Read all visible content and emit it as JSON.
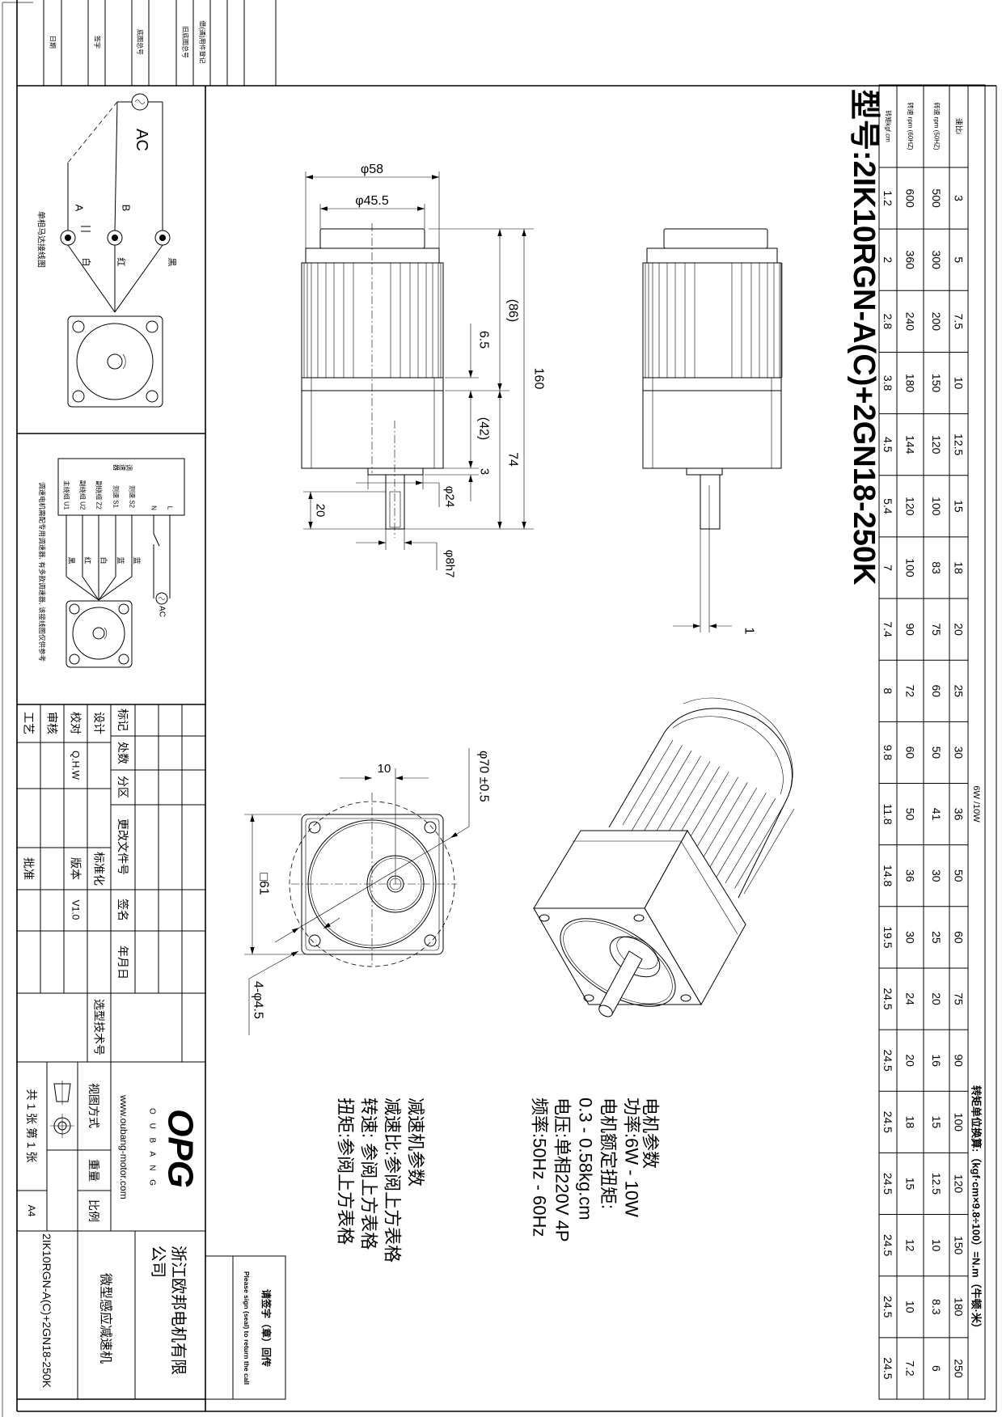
{
  "header": {
    "title": "型号:2IK10RGN-A(C)+2GN18-250K"
  },
  "left_strip": [
    "日期",
    "签字",
    "底图总号",
    "旧底图总号",
    "借(通)用件登记"
  ],
  "spec_table": {
    "power_label": "6W /10W",
    "conversion_note": "转矩单位换算:（kgf·cm×9.8÷100）=N.m（牛顿·米）",
    "row_labels": {
      "ratio": "速比i",
      "rpm_50hz": "转速 rpm (50HZ)",
      "rpm_60hz": "转速 rpm (60HZ)",
      "torque": "转矩kgf.cm"
    },
    "ratio": [
      "3",
      "5",
      "7.5",
      "10",
      "12.5",
      "15",
      "18",
      "20",
      "25",
      "30",
      "36",
      "50",
      "60",
      "75",
      "90",
      "100",
      "120",
      "150",
      "180",
      "250"
    ],
    "rpm_50hz": [
      "500",
      "300",
      "200",
      "150",
      "120",
      "100",
      "83",
      "75",
      "60",
      "50",
      "41",
      "30",
      "25",
      "20",
      "16",
      "15",
      "12.5",
      "10",
      "8.3",
      "6"
    ],
    "rpm_60hz": [
      "600",
      "360",
      "240",
      "180",
      "144",
      "120",
      "100",
      "90",
      "72",
      "60",
      "50",
      "36",
      "30",
      "24",
      "20",
      "18",
      "15",
      "12",
      "10",
      "7.2"
    ],
    "torque": [
      "1.2",
      "2",
      "2.8",
      "3.8",
      "4.5",
      "5.4",
      "7",
      "7.4",
      "8",
      "9.8",
      "11.8",
      "14.8",
      "19.5",
      "24.5",
      "24.5",
      "24.5",
      "24.5",
      "24.5",
      "24.5",
      "24.5"
    ]
  },
  "dimensions": {
    "d58": "φ58",
    "d45_5": "φ45.5",
    "len160": "160",
    "len86": "(86)",
    "len74": "74",
    "len6_5": "6.5",
    "len42": "(42)",
    "len3": "3",
    "len20": "20",
    "d24": "φ24",
    "d8h7": "φ8h7",
    "len1": "1",
    "len10": "10",
    "d70": "φ70 ±0.5",
    "sq61": "□61",
    "holes": "4-φ4.5"
  },
  "motor_params": {
    "heading": "电机参数",
    "lines": [
      "功率:6W - 10W",
      "电机额定扭矩:",
      "0.3 - 0.58kg.cm",
      "电压:单相220V 4P",
      "频率:50Hz - 60Hz"
    ]
  },
  "reducer_params": {
    "heading": "减速机参数",
    "lines": [
      "减速比:参阅上方表格",
      "转速: 参阅上方表格",
      "扭矩:参阅上方表格"
    ]
  },
  "wiring_single": {
    "ac": "AC",
    "terminal_a": "A",
    "terminal_b": "B",
    "wire_black": "黑",
    "wire_red": "红",
    "wire_white": "白",
    "caption": "单相马达接线图"
  },
  "wiring_speed": {
    "controller": "调速器",
    "L": "L",
    "N": "N",
    "ac": "AC",
    "terminals": [
      "测速 S2",
      "测速 S1",
      "副绕组 Z2",
      "副绕组 U2",
      "主绕组 U1"
    ],
    "colors": [
      "蓝",
      "蓝",
      "白",
      "红",
      "黑"
    ],
    "caption": "调速电机需配专用调速器, 有多款调速器, 该接线图仅供参考"
  },
  "title_block": {
    "revision_headers": [
      "标记",
      "处数",
      "分区",
      "更改文件号",
      "签名",
      "年月日"
    ],
    "roles": {
      "design": "设计",
      "check": "校对",
      "review": "审核",
      "process": "工艺",
      "standardize": "标准化",
      "version_label": "版本",
      "approve": "批准"
    },
    "checker": "Q.H.W",
    "version": "V1.0",
    "selection_no_label": "选型技术号",
    "view_method": "视图方式",
    "weight": "重量",
    "scale": "比例",
    "sheets": "共 1 张 第 1 张",
    "paper_size": "A4",
    "logo": "OPG",
    "brand": "O U B A N G",
    "website": "www.oubang-motor.com",
    "company_lines": [
      "浙江欧邦电机有限",
      "公司"
    ],
    "product_name": "微型感应减速机",
    "model": "2IK10RGN-A(C)+2GN18-250K"
  },
  "sign_box": {
    "cn": "请签字（章）回传",
    "en": "Please sign (seal) to return the call"
  }
}
